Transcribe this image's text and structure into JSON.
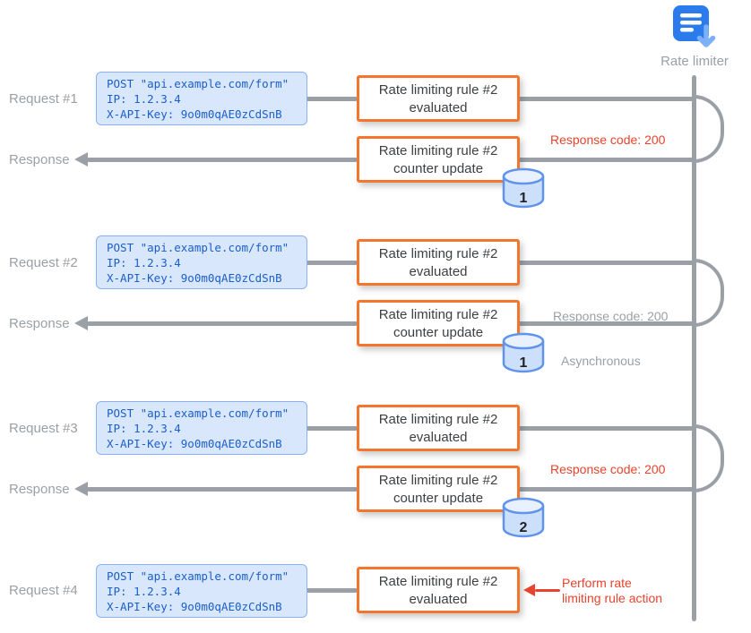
{
  "actor": {
    "label": "Rate limiter"
  },
  "lanes": [
    {
      "label": "Request #1"
    },
    {
      "label": "Response"
    },
    {
      "label": "Request #2"
    },
    {
      "label": "Response"
    },
    {
      "label": "Request #3"
    },
    {
      "label": "Response"
    },
    {
      "label": "Request #4"
    }
  ],
  "request_card": {
    "method_line": "POST \"api.example.com/form\"",
    "ip_line": "IP: 1.2.3.4",
    "api_key_line": "X-API-Key: 9o0m0qAE0zCdSnB"
  },
  "rule_boxes": {
    "evaluated": {
      "line1": "Rate limiting rule #2",
      "line2": "evaluated"
    },
    "counter_update": {
      "line1": "Rate limiting rule #2",
      "line2": "counter update"
    }
  },
  "counters": [
    {
      "value": "1"
    },
    {
      "value": "1"
    },
    {
      "value": "2"
    }
  ],
  "annotations": {
    "response1": "Response code: 200",
    "response2": "Response code: 200",
    "response2_note": "Asynchronous",
    "response3": "Response code: 200",
    "action_line1": "Perform rate",
    "action_line2": "limiting rule action"
  },
  "colors": {
    "accent_orange": "#f4752c",
    "card_blue_bg": "#d9e7fd",
    "card_blue_border": "#8ab0f8",
    "code_text_blue": "#1b5fc9",
    "annotation_red": "#e8432d",
    "line_gray": "#9aa0a6",
    "icon_blue": "#2b7bed"
  }
}
